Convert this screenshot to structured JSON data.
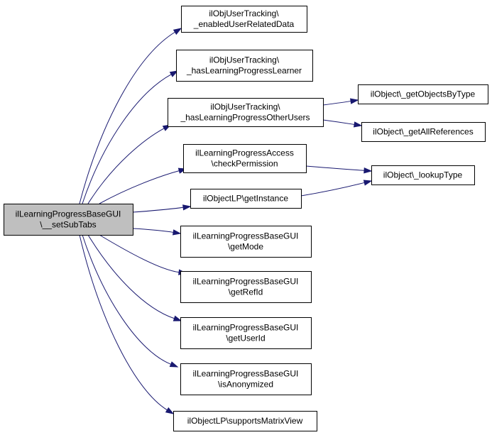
{
  "colors": {
    "edge": "#191970",
    "root_fill": "#bfbfbf",
    "node_fill": "#ffffff",
    "node_stroke": "#000000"
  },
  "nodes": [
    {
      "id": "root",
      "lines": [
        "ilLearningProgressBaseGUI",
        "\\__setSubTabs"
      ]
    },
    {
      "id": "n1",
      "lines": [
        "ilObjUserTracking\\",
        "_enabledUserRelatedData"
      ]
    },
    {
      "id": "n2",
      "lines": [
        "ilObjUserTracking\\",
        "_hasLearningProgressLearner"
      ]
    },
    {
      "id": "n3",
      "lines": [
        "ilObjUserTracking\\",
        "_hasLearningProgressOtherUsers"
      ]
    },
    {
      "id": "n4",
      "lines": [
        "ilLearningProgressAccess",
        "\\checkPermission"
      ]
    },
    {
      "id": "n5",
      "lines": [
        "ilObjectLP\\getInstance"
      ]
    },
    {
      "id": "n6",
      "lines": [
        "ilLearningProgressBaseGUI",
        "\\getMode"
      ]
    },
    {
      "id": "n7",
      "lines": [
        "ilLearningProgressBaseGUI",
        "\\getRefId"
      ]
    },
    {
      "id": "n8",
      "lines": [
        "ilLearningProgressBaseGUI",
        "\\getUserId"
      ]
    },
    {
      "id": "n9",
      "lines": [
        "ilLearningProgressBaseGUI",
        "\\isAnonymized"
      ]
    },
    {
      "id": "n10",
      "lines": [
        "ilObjectLP\\supportsMatrixView"
      ]
    },
    {
      "id": "n11",
      "lines": [
        "ilObject\\_getObjectsByType"
      ]
    },
    {
      "id": "n12",
      "lines": [
        "ilObject\\_getAllReferences"
      ]
    },
    {
      "id": "n13",
      "lines": [
        "ilObject\\_lookupType"
      ]
    }
  ],
  "edges": [
    {
      "from": "root",
      "to": "n1"
    },
    {
      "from": "root",
      "to": "n2"
    },
    {
      "from": "root",
      "to": "n3"
    },
    {
      "from": "root",
      "to": "n4"
    },
    {
      "from": "root",
      "to": "n5"
    },
    {
      "from": "root",
      "to": "n6"
    },
    {
      "from": "root",
      "to": "n7"
    },
    {
      "from": "root",
      "to": "n8"
    },
    {
      "from": "root",
      "to": "n9"
    },
    {
      "from": "root",
      "to": "n10"
    },
    {
      "from": "n3",
      "to": "n11"
    },
    {
      "from": "n3",
      "to": "n12"
    },
    {
      "from": "n4",
      "to": "n13"
    },
    {
      "from": "n5",
      "to": "n13"
    }
  ]
}
